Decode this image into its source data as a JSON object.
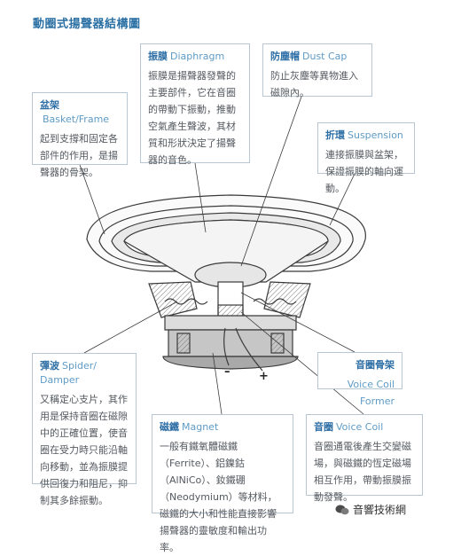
{
  "title": "動圈式揚聲器結構圖",
  "boxes": {
    "basket": {
      "zh": "盆架",
      "en": "Basket/Frame",
      "text": "起到支撐和固定各部件的作用，是揚聲器的骨架。"
    },
    "diaphragm": {
      "zh": "振膜",
      "en": "Diaphragm",
      "text": "振膜是揚聲器發聲的主要部件，它在音圈的帶動下振動，推動空氣產生聲波，其材質和形狀決定了揚聲器的音色。"
    },
    "dustcap": {
      "zh": "防塵帽",
      "en": "Dust Cap",
      "text": "防止灰塵等異物進入磁隙內。"
    },
    "suspension": {
      "zh": "折環",
      "en": "Suspension",
      "text": "連接振膜與盆架，保證振膜的軸向運動。"
    },
    "spider": {
      "zh": "彈波",
      "en": "Spider/ Damper",
      "text": "又稱定心支片，其作用是保持音圈在磁隙中的正確位置，使音圈在受力時只能沿軸向移動，並為振膜提供回復力和阻尼，抑制其多餘振動。"
    },
    "vcformer": {
      "zh": "音圈骨架",
      "en": "Voice Coil Former"
    },
    "magnet": {
      "zh": "磁鐵",
      "en": "Magnet",
      "text": "一般有鐵氧體磁鐵（Ferrite）、鋁鎳鈷（AlNiCo）、釹鐵硼（Neodymium）等材料，磁鐵的大小和性能直接影響揚聲器的靈敏度和輸出功率。"
    },
    "vcoil": {
      "zh": "音圈",
      "en": "Voice Coil",
      "text": "音圈通電後產生交變磁場，與磁鐵的恆定磁場相互作用，帶動振膜振動發聲。"
    }
  },
  "polarity": {
    "minus": "–",
    "plus": "+"
  },
  "watermark": "音響技術網",
  "colors": {
    "heading": "#2d6ea5",
    "accent": "#5f9bc5",
    "border": "#b9c6d3",
    "line": "#3a3a3a"
  }
}
